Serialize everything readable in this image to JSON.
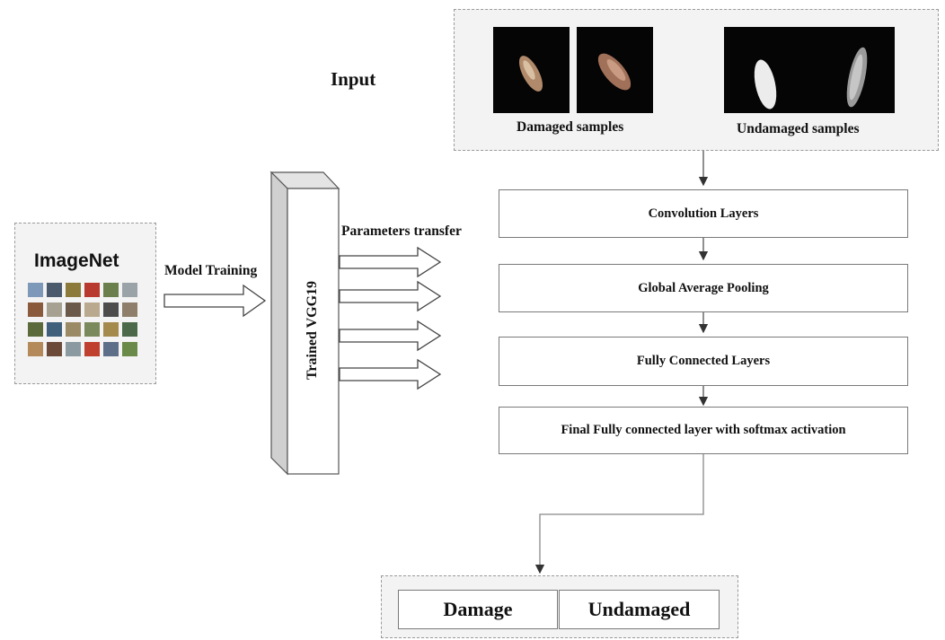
{
  "input": {
    "title": "Input",
    "damaged_label": "Damaged samples",
    "undamaged_label": "Undamaged samples"
  },
  "imagenet": {
    "title": "ImageNet"
  },
  "edges": {
    "model_training": "Model Training",
    "parameters_transfer": "Parameters transfer"
  },
  "vgg": {
    "label": "Trained VGG19"
  },
  "layers": [
    "Convolution Layers",
    "Global Average Pooling",
    "Fully Connected Layers",
    "Final Fully connected layer with softmax activation"
  ],
  "outputs": [
    "Damage",
    "Undamaged"
  ],
  "colors": {
    "stroke": "#6e6e6e",
    "panel_bg": "#f3f3f3",
    "border_dashed": "#9a9a9a",
    "damaged_grain": "#b08a6a",
    "undamaged_grain": "#ececec"
  }
}
